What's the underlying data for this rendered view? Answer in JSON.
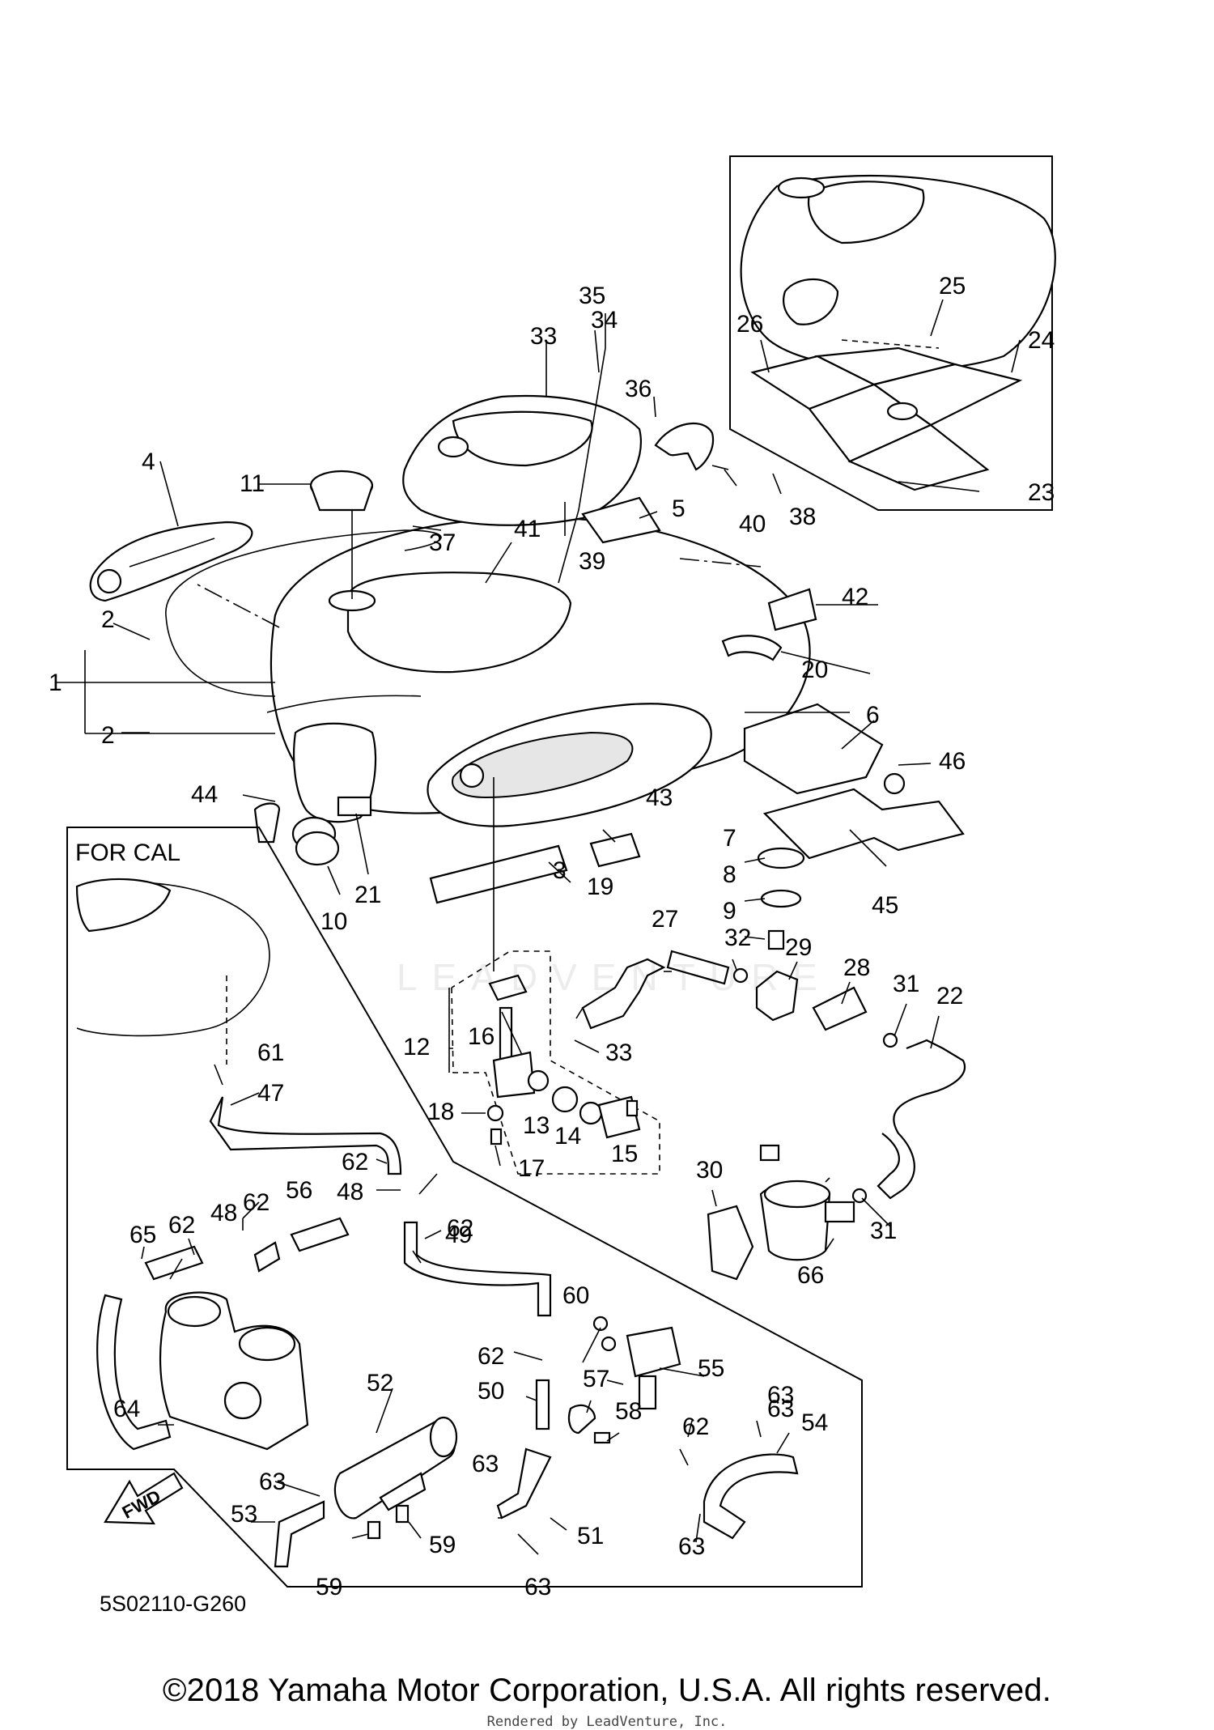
{
  "diagram_code": "5S02110-G260",
  "region_label": "FOR CAL",
  "fwd_label": "FWD",
  "watermark": "LEADVENTURE",
  "copyright": "©2018 Yamaha Motor Corporation, U.S.A. All rights reserved.",
  "rendered_by": "Rendered by LeadVenture, Inc.",
  "callouts": [
    "1",
    "2",
    "2",
    "3",
    "4",
    "5",
    "6",
    "7",
    "8",
    "9",
    "10",
    "11",
    "12",
    "13",
    "14",
    "15",
    "16",
    "17",
    "18",
    "19",
    "20",
    "21",
    "22",
    "23",
    "24",
    "25",
    "26",
    "27",
    "28",
    "29",
    "30",
    "31",
    "31",
    "32",
    "33",
    "33",
    "34",
    "35",
    "36",
    "37",
    "38",
    "39",
    "40",
    "41",
    "42",
    "43",
    "44",
    "45",
    "46",
    "47",
    "48",
    "48",
    "49",
    "50",
    "51",
    "52",
    "53",
    "54",
    "55",
    "56",
    "57",
    "58",
    "59",
    "59",
    "60",
    "61",
    "62",
    "62",
    "62",
    "62",
    "62",
    "62",
    "63",
    "63",
    "63",
    "63",
    "63",
    "63",
    "64",
    "65",
    "66"
  ]
}
